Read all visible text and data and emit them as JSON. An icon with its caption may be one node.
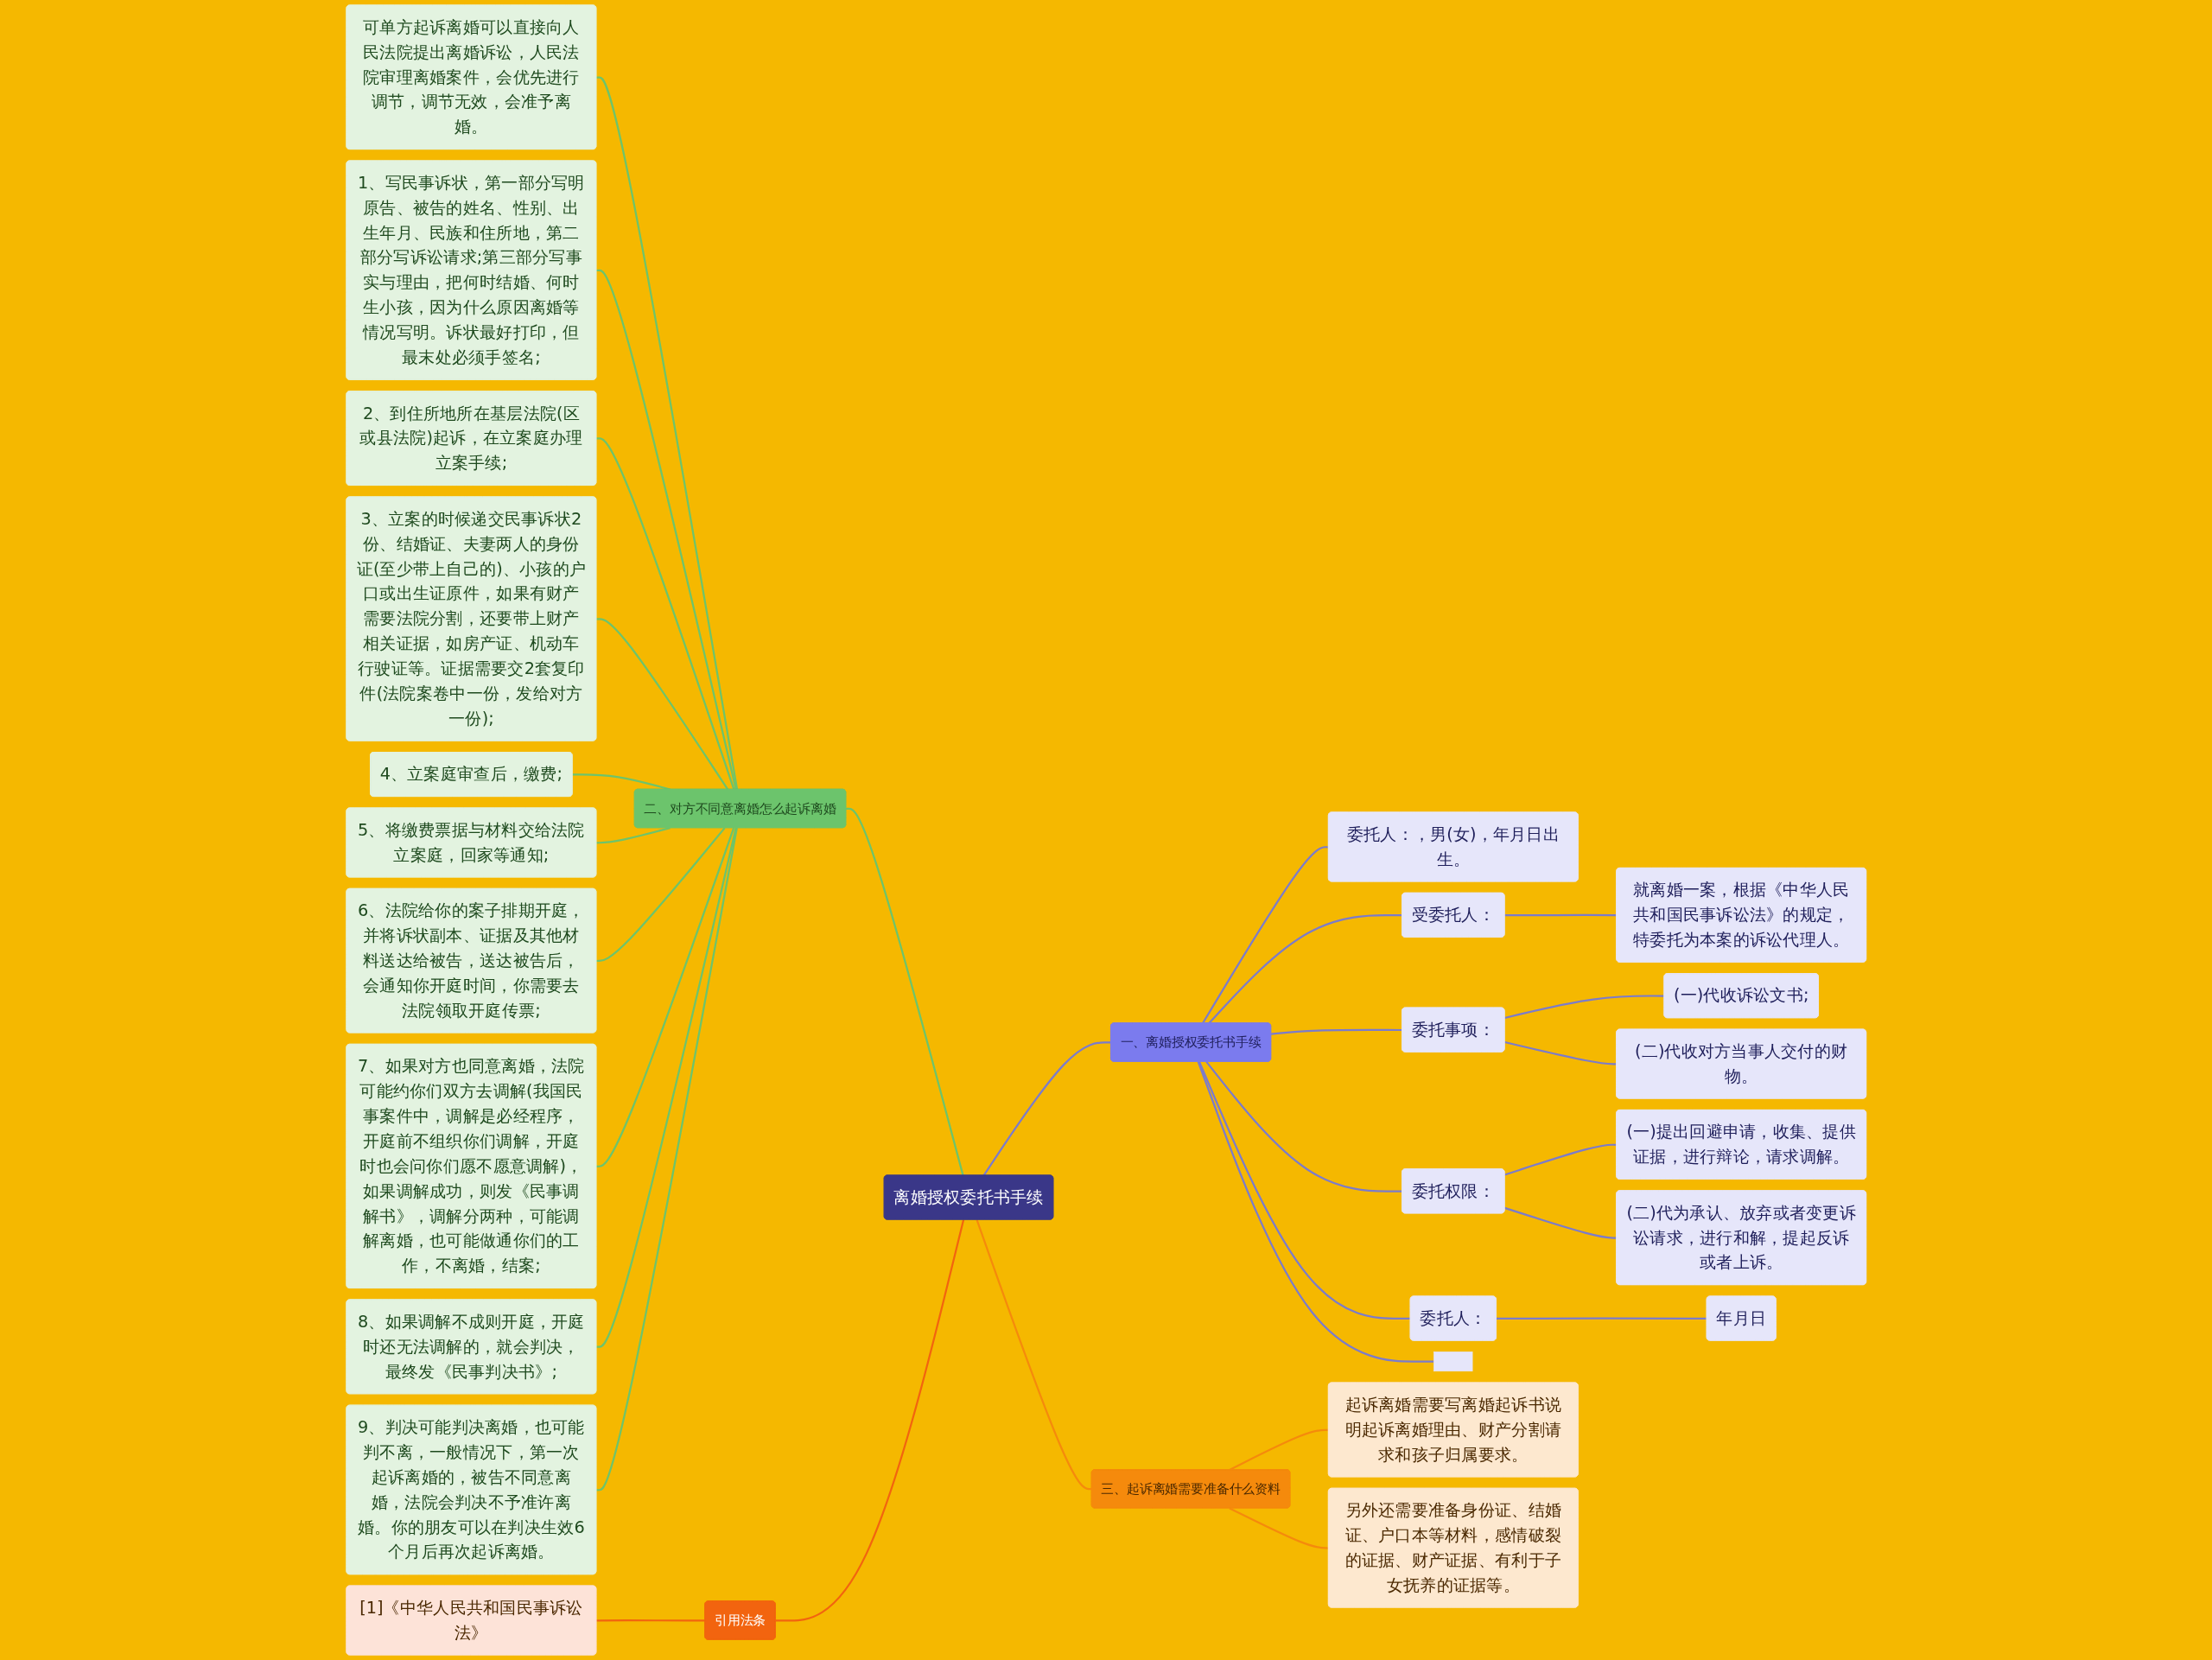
{
  "diagram": {
    "nodes": [
      {
        "text": [
          "离婚授权委托书手续"
        ]
      },
      {
        "text": [
          "一、离婚授权委托书手续"
        ]
      },
      {
        "text": [
          "委托人：，男(女)，年月日出生。"
        ]
      },
      {
        "text": [
          "受委托人："
        ]
      },
      {
        "text": [
          "就离婚一案，根据《中华人民共和国民事诉讼法》的规定，特委托为本案的诉讼代理人。"
        ]
      },
      {
        "text": [
          "委托事项："
        ]
      },
      {
        "text": [
          "(一)代收诉讼文书;"
        ]
      },
      {
        "text": [
          "(二)代收对方当事人交付的财物。"
        ]
      },
      {
        "text": [
          "委托权限："
        ]
      },
      {
        "text": [
          "(一)提出回避申请，收集、提供证据，进行辩论，请求调解。"
        ]
      },
      {
        "text": [
          "(二)代为承认、放弃或者变更诉讼请求，进行和解，提起反诉或者上诉。"
        ]
      },
      {
        "text": [
          "委托人："
        ]
      },
      {
        "text": [
          "年月日"
        ]
      },
      {
        "text": [],
        "shape": "box"
      },
      {
        "text": [
          "二、对方不同意离婚怎么起诉离婚"
        ]
      },
      {
        "text": [
          "可单方起诉离婚可以直接向人民法院提出离婚诉讼，人民法院审理离婚案件，会优先进行调节，调节无效，会准予离婚。"
        ]
      },
      {
        "text": [
          "1、写民事诉状，第一部分写明原告、被告的姓名、性别、出生年月、民族和住所地，第二部分写诉讼请求;第三部分写事实与理由，把何时结婚、何时生小孩，因为什么原因离婚等情况写明。诉状最好打印，但最末处必须手签名;"
        ]
      },
      {
        "text": [
          "2、到住所地所在基层法院(区或县法院)起诉，在立案庭办理立案手续;"
        ]
      },
      {
        "text": [
          "3、立案的时候递交民事诉状2份、结婚证、夫妻两人的身份证(至少带上自己的)、小孩的户口或出生证原件，如果有财产需要法院分割，还要带上财产相关证据，如房产证、机动车行驶证等。证据需要交2套复印件(法院案卷中一份，发给对方一份);"
        ]
      },
      {
        "text": [
          "4、立案庭审查后，缴费;"
        ]
      },
      {
        "text": [
          "5、将缴费票据与材料交给法院立案庭，回家等通知;"
        ]
      },
      {
        "text": [
          "6、法院给你的案子排期开庭，并将诉状副本、证据及其他材料送达给被告，送达被告后，会通知你开庭时间，你需要去法院领取开庭传票;"
        ]
      },
      {
        "text": [
          "7、如果对方也同意离婚，法院可能约你们双方去调解(我国民事案件中，调解是必经程序，开庭前不组织你们调解，开庭时也会问你们愿不愿意调解)，如果调解成功，则发《民事调解书》，调解分两种，可能调解离婚，也可能做通你们的工作，不离婚，结案;"
        ]
      },
      {
        "text": [
          "8、如果调解不成则开庭，开庭时还无法调解的，就会判决，最终发《民事判决书》;"
        ]
      },
      {
        "text": [
          "9、判决可能判决离婚，也可能判不离，一般情况下，第一次起诉离婚的，被告不同意离婚，法院会判决不予准许离婚。你的朋友可以在判决生效6个月后再次起诉离婚。"
        ]
      },
      {
        "text": [
          "三、起诉离婚需要准备什么资料"
        ]
      },
      {
        "text": [
          "起诉离婚需要写离婚起诉书说明起诉离婚理由、财产分割请求和孩子归属要求。"
        ]
      },
      {
        "text": [
          "另外还需要准备身份证、结婚证、户口本等材料，感情破裂的证据、财产证据、有利于子女抚养的证据等。"
        ]
      },
      {
        "text": [
          "引用法条"
        ]
      },
      {
        "text": [
          "[1]《中华人民共和国民事诉讼法》"
        ]
      }
    ],
    "edges": [
      {
        "from": 0,
        "to": 1,
        "arrow": "none"
      },
      {
        "from": 1,
        "to": 2,
        "arrow": "none"
      },
      {
        "from": 1,
        "to": 3,
        "arrow": "none"
      },
      {
        "from": 3,
        "to": 4,
        "arrow": "none"
      },
      {
        "from": 1,
        "to": 5,
        "arrow": "none"
      },
      {
        "from": 5,
        "to": 6,
        "arrow": "none"
      },
      {
        "from": 5,
        "to": 7,
        "arrow": "none"
      },
      {
        "from": 1,
        "to": 8,
        "arrow": "none"
      },
      {
        "from": 8,
        "to": 9,
        "arrow": "none"
      },
      {
        "from": 8,
        "to": 10,
        "arrow": "none"
      },
      {
        "from": 1,
        "to": 11,
        "arrow": "none"
      },
      {
        "from": 11,
        "to": 12,
        "arrow": "none"
      },
      {
        "from": 1,
        "to": 13,
        "arrow": "none"
      },
      {
        "from": 14,
        "to": 0,
        "arrow": "none",
        "color": "#6cc46c"
      },
      {
        "from": 15,
        "to": 14,
        "arrow": "none",
        "color": "#6cc46c"
      },
      {
        "from": 16,
        "to": 14,
        "arrow": "none",
        "color": "#6cc46c"
      },
      {
        "from": 17,
        "to": 14,
        "arrow": "none",
        "color": "#6cc46c"
      },
      {
        "from": 18,
        "to": 14,
        "arrow": "none",
        "color": "#6cc46c"
      },
      {
        "from": 19,
        "to": 14,
        "arrow": "none",
        "color": "#6cc46c"
      },
      {
        "from": 20,
        "to": 14,
        "arrow": "none",
        "color": "#6cc46c"
      },
      {
        "from": 21,
        "to": 14,
        "arrow": "none",
        "color": "#6cc46c"
      },
      {
        "from": 22,
        "to": 14,
        "arrow": "none",
        "color": "#6cc46c"
      },
      {
        "from": 23,
        "to": 14,
        "arrow": "none",
        "color": "#6cc46c"
      },
      {
        "from": 24,
        "to": 14,
        "arrow": "none",
        "color": "#6cc46c"
      },
      {
        "from": 0,
        "to": 25,
        "arrow": "none",
        "color": "#f58a0c"
      },
      {
        "from": 25,
        "to": 26,
        "arrow": "none",
        "color": "#f58a0c"
      },
      {
        "from": 25,
        "to": 27,
        "arrow": "none",
        "color": "#f58a0c"
      },
      {
        "from": 28,
        "to": 0,
        "arrow": "none",
        "color": "#f2640f"
      },
      {
        "from": 29,
        "to": 28,
        "arrow": "none",
        "color": "#f2640f"
      }
    ]
  }
}
